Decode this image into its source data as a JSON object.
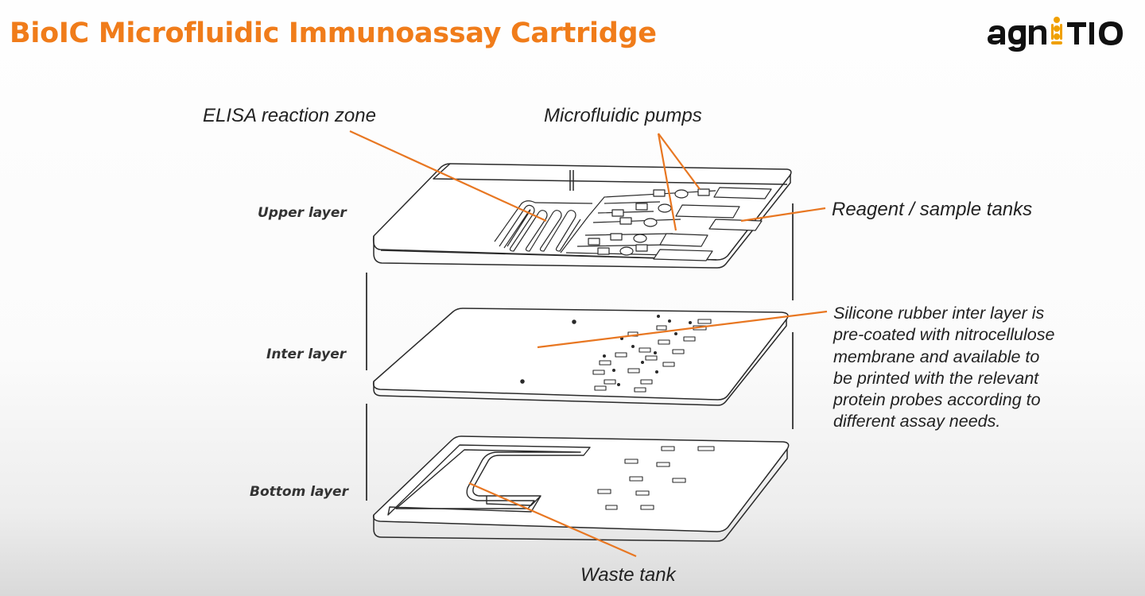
{
  "slide": {
    "title": "BioIC Microfluidic Immunoassay Cartridge",
    "title_color": "#f07c1a",
    "logo": {
      "text": "agnitio",
      "accent_color": "#f0a000"
    }
  },
  "diagram": {
    "layers": {
      "upper": "Upper layer",
      "inter": "Inter layer",
      "bottom": "Bottom layer"
    },
    "callouts": {
      "elisa": "ELISA reaction zone",
      "pumps": "Microfluidic pumps",
      "reagent": "Reagent / sample tanks",
      "waste": "Waste tank"
    },
    "silicone_note": [
      "Silicone rubber inter layer is",
      "pre-coated with nitrocellulose",
      "membrane and available to",
      "be printed with the relevant",
      "protein probes according to",
      "different assay needs."
    ],
    "leader_color": "#e87722"
  }
}
